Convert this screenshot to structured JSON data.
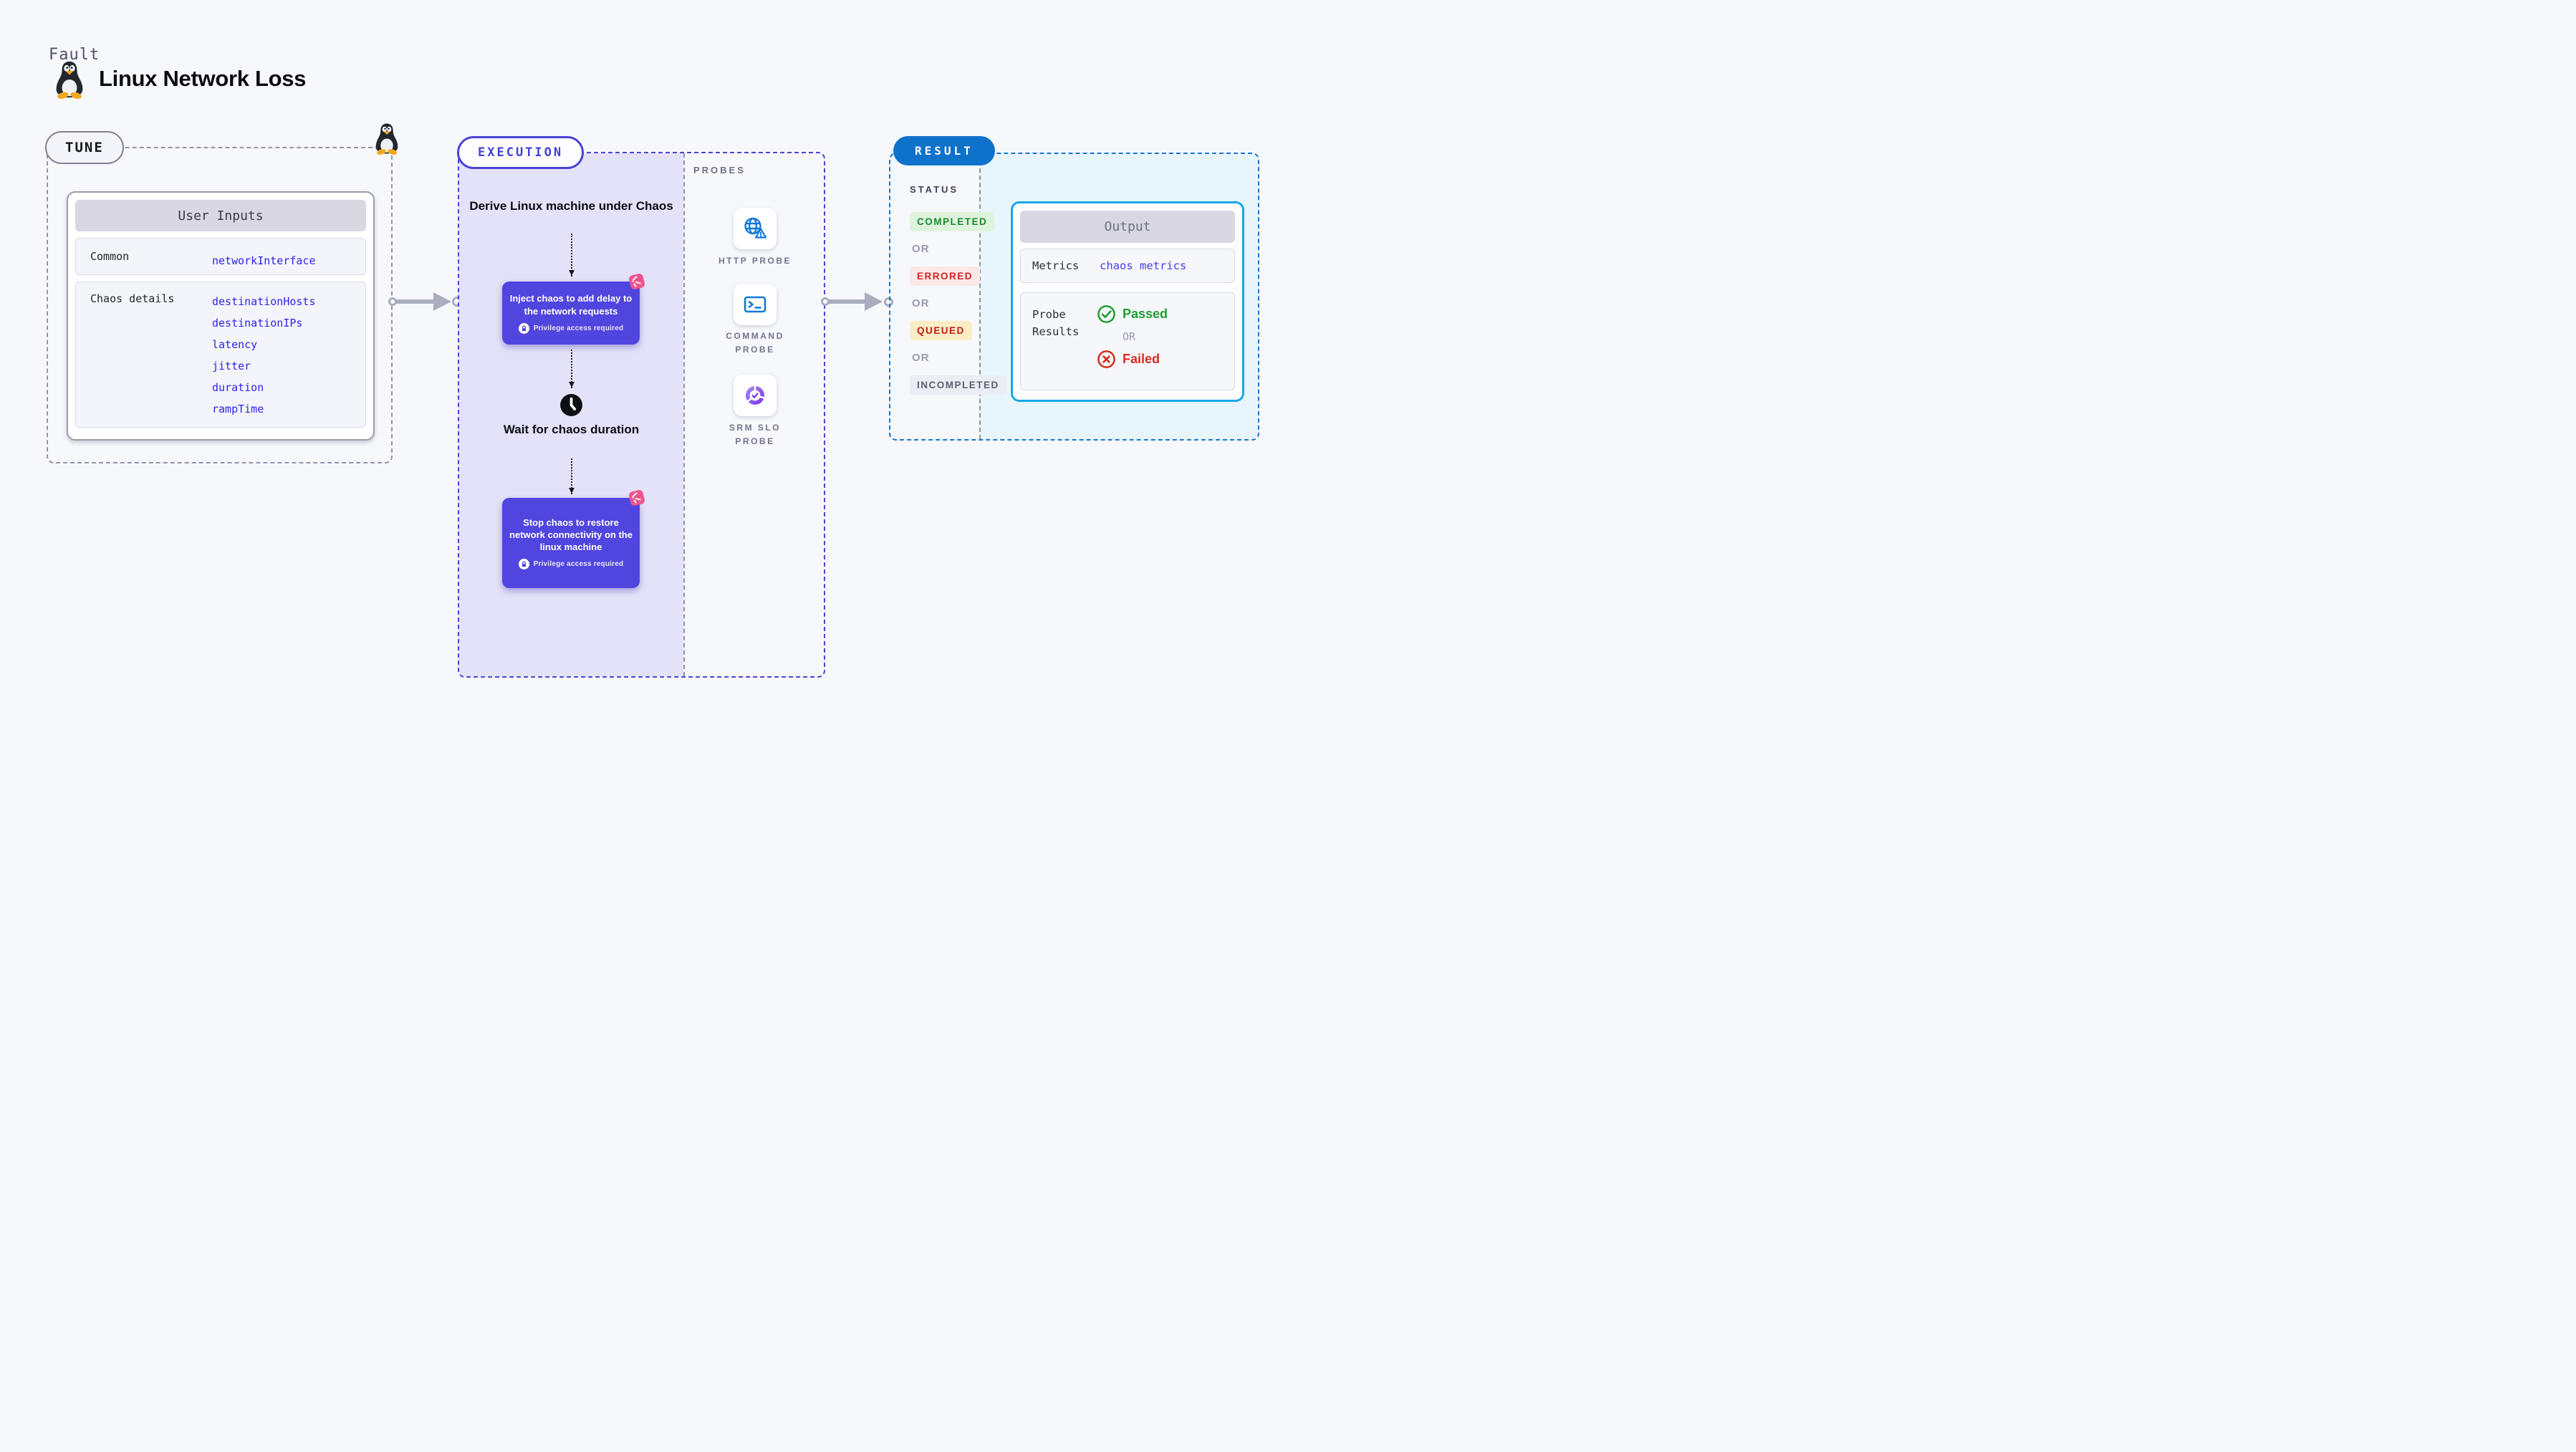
{
  "page": {
    "kicker": "Fault",
    "title": "Linux Network Loss"
  },
  "tune": {
    "badge": "TUNE",
    "card": {
      "title": "User Inputs",
      "rows": [
        {
          "label": "Common",
          "values": [
            "networkInterface"
          ]
        },
        {
          "label": "Chaos details",
          "values": [
            "destinationHosts",
            "destinationIPs",
            "latency",
            "jitter",
            "duration",
            "rampTime"
          ]
        }
      ]
    }
  },
  "execution": {
    "badge": "EXECUTION",
    "steps": {
      "derive": "Derive Linux machine under Chaos",
      "inject": "Inject chaos to add delay to the network requests",
      "inject_note": "Privilege access required",
      "wait": "Wait for chaos duration",
      "stop": "Stop chaos to restore network connectivity on the linux machine",
      "stop_note": "Privilege access required"
    },
    "probes": {
      "label": "PROBES",
      "items": [
        {
          "name": "HTTP PROBE",
          "icon": "globe-alert-icon"
        },
        {
          "name": "COMMAND PROBE",
          "icon": "terminal-icon"
        },
        {
          "name": "SRM SLO PROBE",
          "icon": "slo-donut-check-icon"
        }
      ]
    }
  },
  "result": {
    "badge": "RESULT",
    "status": {
      "label": "STATUS",
      "items": [
        {
          "text": "COMPLETED",
          "kind": "completed"
        },
        {
          "text": "OR",
          "kind": "or"
        },
        {
          "text": "ERRORED",
          "kind": "errored"
        },
        {
          "text": "OR",
          "kind": "or"
        },
        {
          "text": "QUEUED",
          "kind": "queued"
        },
        {
          "text": "OR",
          "kind": "or"
        },
        {
          "text": "INCOMPLETED",
          "kind": "incompleted"
        }
      ]
    },
    "output": {
      "title": "Output",
      "metrics_label": "Metrics",
      "metrics_value": "chaos metrics",
      "probe_label": "Probe Results",
      "passed": "Passed",
      "or": "OR",
      "failed": "Failed"
    }
  },
  "colors": {
    "indigo_border": "#4b45d6",
    "indigo_fill": "#5145e0",
    "lavender": "#e4e2f8",
    "pink": "#f0548c",
    "result_blue": "#0e72cb",
    "result_dash": "#1778d3",
    "light_blue": "#e8f5fd",
    "output_border": "#1ba6e8",
    "probe_icon_blue": "#1278d8",
    "green": "#188a2e",
    "red": "#cb241e",
    "code_blue": "#2d23ea",
    "arrow_gray": "#a9adbd",
    "dash_gray": "#9097ab"
  }
}
